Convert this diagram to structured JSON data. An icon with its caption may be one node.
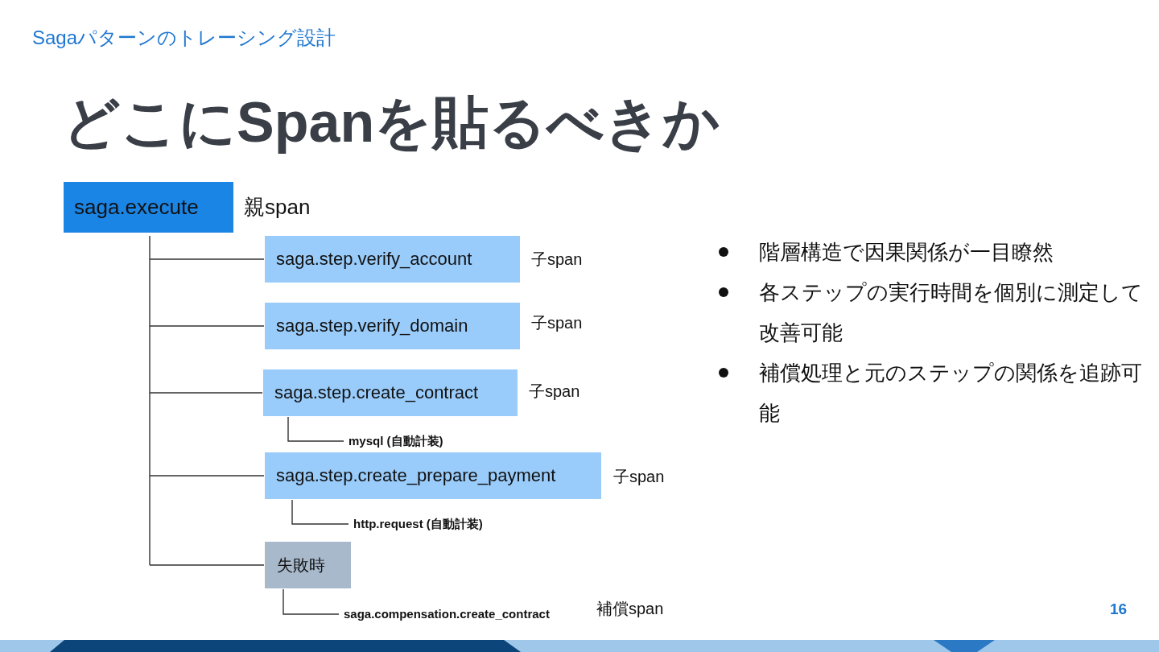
{
  "diagram": {
    "title": "どこにSpanを貼るべきか",
    "nodes": [
      {
        "text": [
          "saga.execute"
        ],
        "beside": [
          "親span"
        ]
      },
      {
        "text": [
          "saga.step.verify_account"
        ],
        "beside": [
          "子span"
        ]
      },
      {
        "text": [
          "saga.step.verify_domain"
        ],
        "beside": [
          "子span"
        ]
      },
      {
        "text": [
          "saga.step.create_contract"
        ],
        "beside": [
          "子span"
        ]
      },
      {
        "text": [
          "mysql (自動計装)"
        ]
      },
      {
        "text": [
          "saga.step.create_prepare_payment"
        ],
        "beside": [
          "子span"
        ]
      },
      {
        "text": [
          "http.request (自動計装)"
        ]
      },
      {
        "text": [
          "失敗時"
        ]
      },
      {
        "text": [
          "saga.compensation.create_contract"
        ],
        "beside": [
          "補償span"
        ]
      }
    ],
    "edges": [
      {
        "from": 0,
        "to": 1,
        "arrow": "none"
      },
      {
        "from": 0,
        "to": 2,
        "arrow": "none"
      },
      {
        "from": 0,
        "to": 3,
        "arrow": "none"
      },
      {
        "from": 0,
        "to": 5,
        "arrow": "none"
      },
      {
        "from": 0,
        "to": 7,
        "arrow": "none"
      },
      {
        "from": 3,
        "to": 4,
        "arrow": "none"
      },
      {
        "from": 5,
        "to": 6,
        "arrow": "none"
      },
      {
        "from": 7,
        "to": 8,
        "arrow": "none"
      }
    ],
    "labels": [
      "Sagaパターンのトレーシング設計",
      "階層構造で因果関係が一目瞭然",
      "各ステップの実行時間を個別に測定して改善可能",
      "補償処理と元のステップの関係を追跡可能",
      "16"
    ]
  }
}
